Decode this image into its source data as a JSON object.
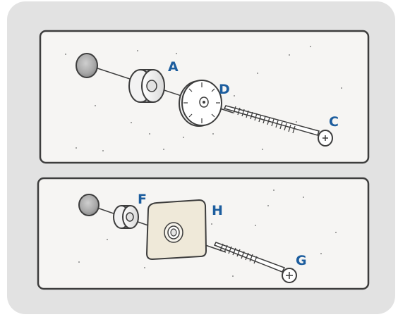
{
  "colors": {
    "frame_background": "#e2e2e2",
    "panel_background": "#f6f5f3",
    "panel_border": "#3d3d3d",
    "label_color": "#1c5d9e",
    "plate_fill": "#efe9d9"
  },
  "top_panel": {
    "labels": {
      "a": "A",
      "d": "D",
      "c": "C"
    }
  },
  "bottom_panel": {
    "labels": {
      "f": "F",
      "h": "H",
      "g": "G"
    }
  }
}
